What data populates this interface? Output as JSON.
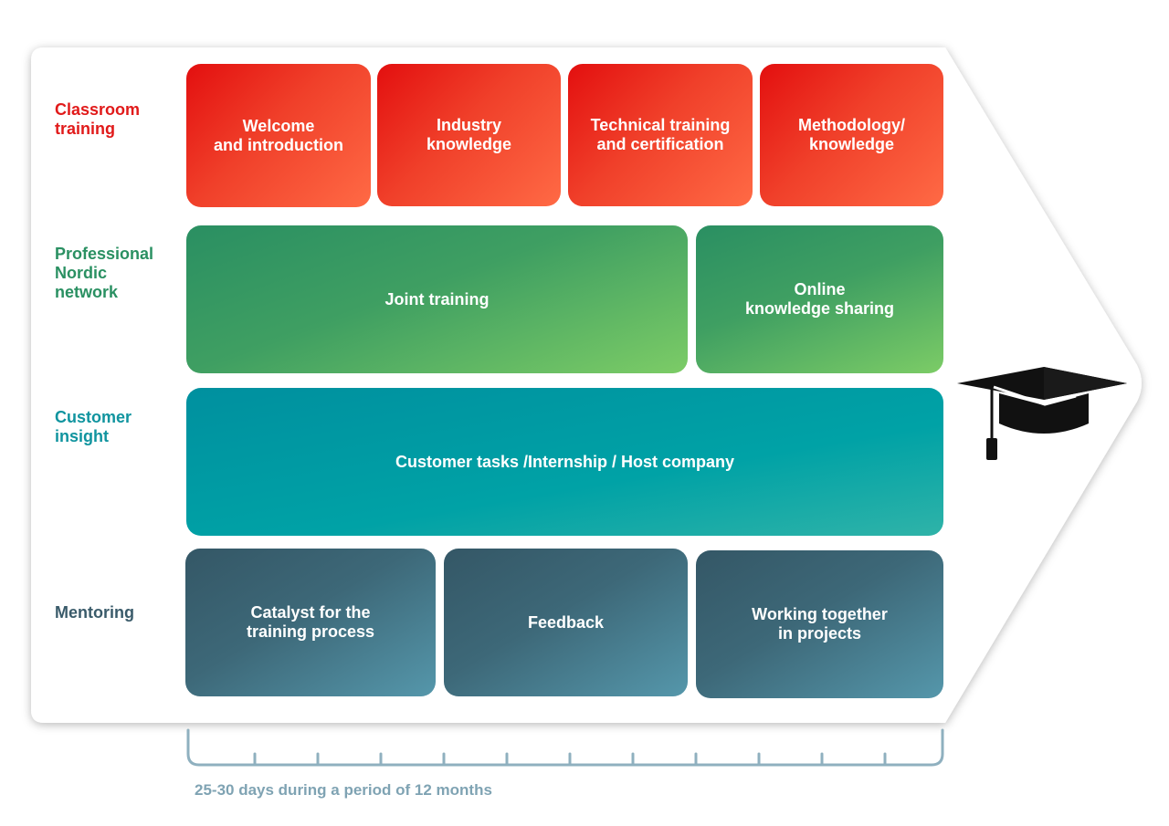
{
  "colors": {
    "classroom": "#e11a1a",
    "network": "#2a9062",
    "customer": "#10949f",
    "mentoring": "#3a5b6a",
    "timeline": "#7fa3b3"
  },
  "rows": {
    "classroom": {
      "label": "Classroom\ntraining",
      "items": [
        "Welcome\nand introduction",
        "Industry\nknowledge",
        "Technical training\nand certification",
        "Methodology/\nknowledge"
      ]
    },
    "network": {
      "label": "Professional\nNordic\nnetwork",
      "items": [
        "Joint training",
        "Online\nknowledge sharing"
      ]
    },
    "customer": {
      "label": "Customer\ninsight",
      "items": [
        "Customer tasks /Internship / Host company"
      ]
    },
    "mentoring": {
      "label": "Mentoring",
      "items": [
        "Catalyst for the\ntraining process",
        "Feedback",
        "Working together\nin projects"
      ]
    }
  },
  "graduation_icon": "graduation-cap-icon",
  "timeline": {
    "label": "25-30 days during a period of 12 months"
  }
}
